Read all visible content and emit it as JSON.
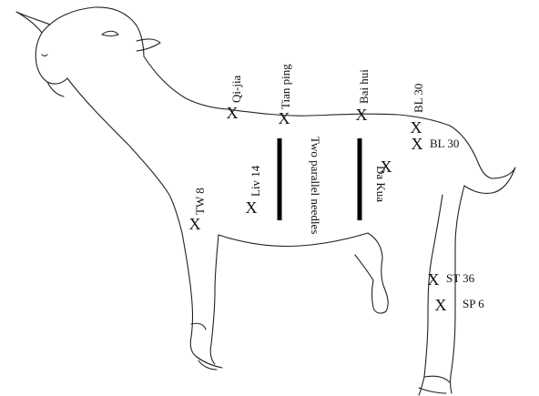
{
  "diagram": {
    "marker_glyph": "X",
    "points": {
      "qi_jia": "Qi-jia",
      "tian_ping": "Tian ping",
      "bai_hui": "Bai hui",
      "bl30_top": "BL 30",
      "bl30_side": "BL 30",
      "liv14": "Liv 14",
      "tw8": "TW 8",
      "da_kua": "Da Kua",
      "st36": "ST 36",
      "sp6": "SP 6"
    },
    "needles_label": "Two parallel needles"
  }
}
